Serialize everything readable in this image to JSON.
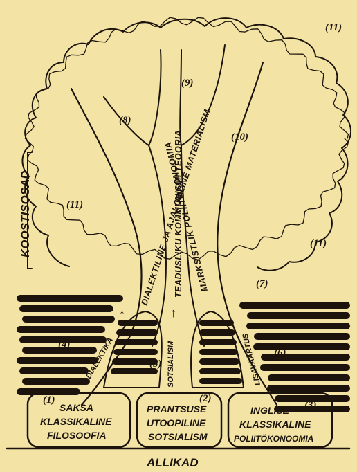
{
  "colors": {
    "paper": "#f3e4a6",
    "ink": "#1c140c"
  },
  "side_label": "KOOSTISOSAD",
  "bottom_label": "ALLIKAD",
  "branches": {
    "left": "DIALEKTILINE JA AJALOOLINE MATERIALISM",
    "center": "TEADUSLIKU KOMMUNISMI TEOORIA",
    "right": "MARKSISTLIK POLIITÖKONOOMIA"
  },
  "sources": {
    "german": {
      "line1": "SAKSA",
      "line2": "KLASSIKALINE",
      "line3": "FILOSOOFIA",
      "num": "(1)"
    },
    "french": {
      "line1": "PRANTSUSE",
      "line2": "UTOOPILINE",
      "line3": "SOTSIALISM",
      "num": "(2)"
    },
    "english": {
      "line1": "INGLISE",
      "line2": "KLASSIKALINE",
      "line3": "POLIITÖKONOOMIA",
      "num": "(3)"
    }
  },
  "roots": {
    "left": "DIALEKTIKA",
    "center": "SOTSIALISM",
    "right": "LISAVÄÄRTUS"
  },
  "numbers": {
    "n4": "(4)",
    "n5": "(5)",
    "n6": "(6)",
    "n7": "(7)",
    "n8": "(8)",
    "n9": "(9)",
    "n10": "(10)",
    "n11a": "(11)",
    "n11b": "(11)",
    "n11c": "(11)"
  },
  "arrow_glyph": "↑"
}
